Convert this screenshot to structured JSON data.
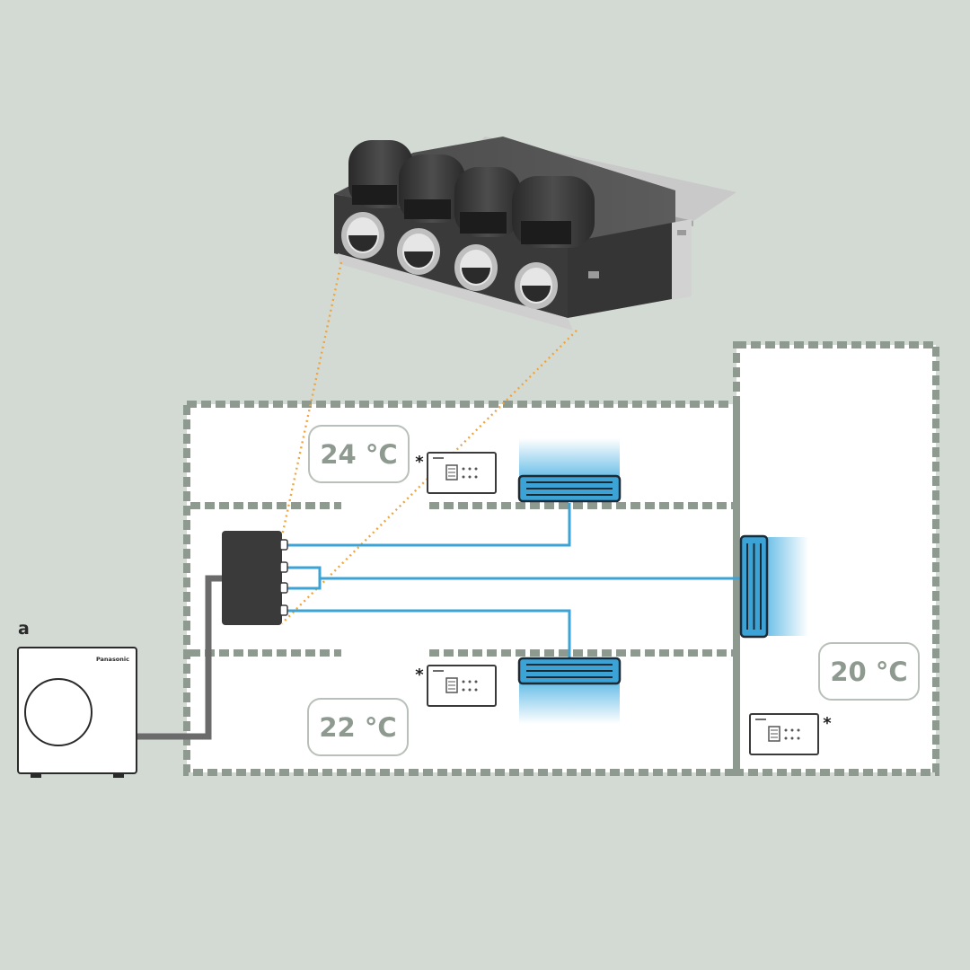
{
  "outdoor_unit": {
    "label": "a",
    "brand": "Panasonic"
  },
  "rooms": [
    {
      "temperature": "24 °C"
    },
    {
      "temperature": "22 °C"
    },
    {
      "temperature": "20 °C"
    }
  ],
  "controllers": [
    {
      "mark": "*"
    },
    {
      "mark": "*"
    },
    {
      "mark": "*"
    }
  ],
  "colors": {
    "background": "#d3dad4",
    "wall": "#8e9a90",
    "refrigerant_pipe": "#3ba3d6",
    "pipe_gray": "#6b6b6b",
    "leader_line": "#f0a43a",
    "unit_dark": "#3a3a3a"
  }
}
